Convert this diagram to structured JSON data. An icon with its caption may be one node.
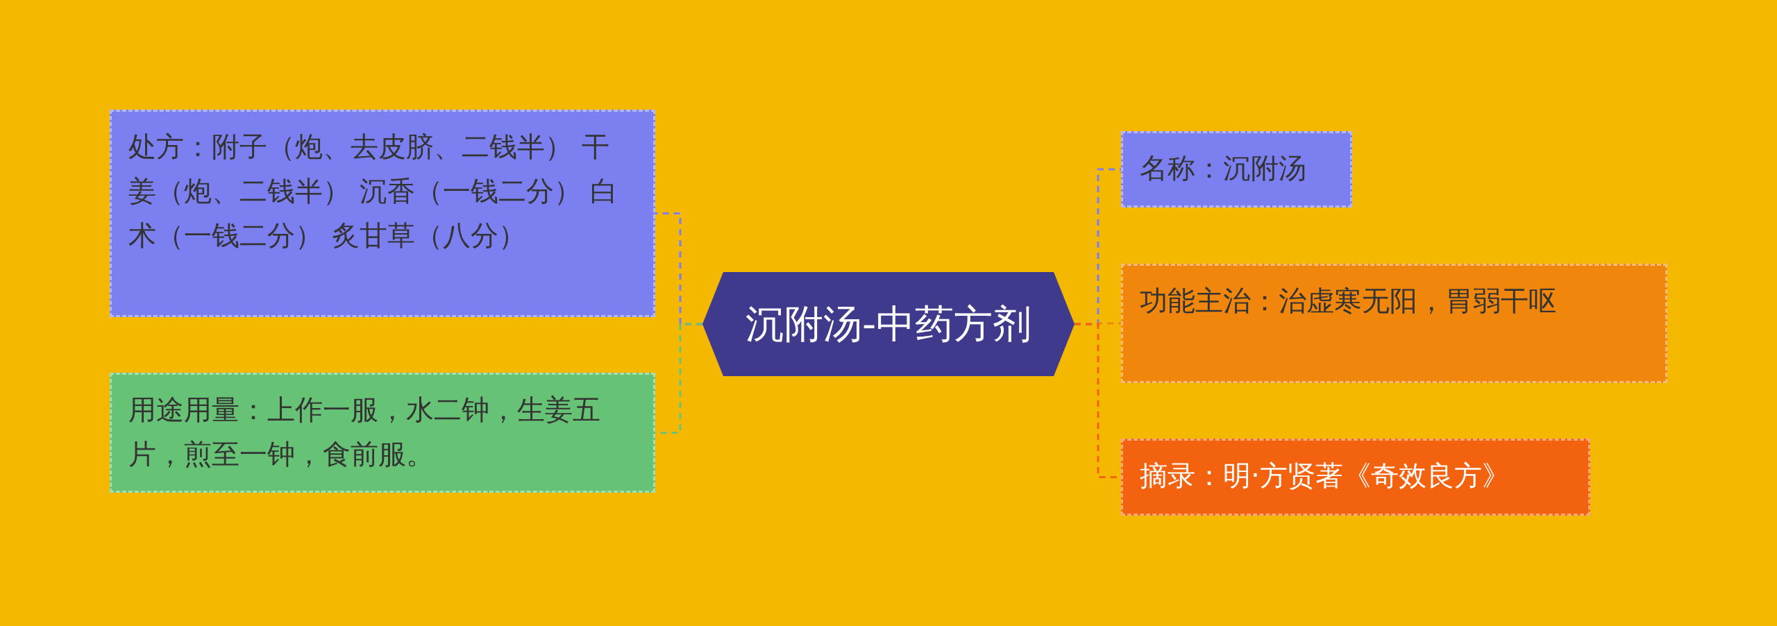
{
  "diagram": {
    "nodes": [
      {
        "text": [
          "沉附汤-中药方剂"
        ]
      },
      {
        "text": [
          "处方：附子（炮、去皮脐、二钱半） 干姜（炮、二钱半） 沉香（一钱二分） 白术（一钱二分） 炙甘草（八分）"
        ]
      },
      {
        "text": [
          "用途用量：上作一服，水二钟，生姜五片，煎至一钟，食前服。"
        ]
      },
      {
        "text": [
          "名称：沉附汤"
        ]
      },
      {
        "text": [
          "功能主治：治虚寒无阳，胃弱干呕"
        ]
      },
      {
        "text": [
          "摘录：明·方贤著《奇效良方》"
        ]
      }
    ],
    "edges": [
      {
        "from": 0,
        "to": 1,
        "arrow": "none",
        "style": "dashed",
        "color": "#7b7ff0"
      },
      {
        "from": 0,
        "to": 2,
        "arrow": "none",
        "style": "dashed",
        "color": "#6cc276"
      },
      {
        "from": 0,
        "to": 3,
        "arrow": "none",
        "style": "dashed",
        "color": "#7b7ff0"
      },
      {
        "from": 0,
        "to": 4,
        "arrow": "none",
        "style": "dashed",
        "color": "#f0870c"
      },
      {
        "from": 0,
        "to": 5,
        "arrow": "none",
        "style": "dashed",
        "color": "#f3620f"
      }
    ]
  }
}
